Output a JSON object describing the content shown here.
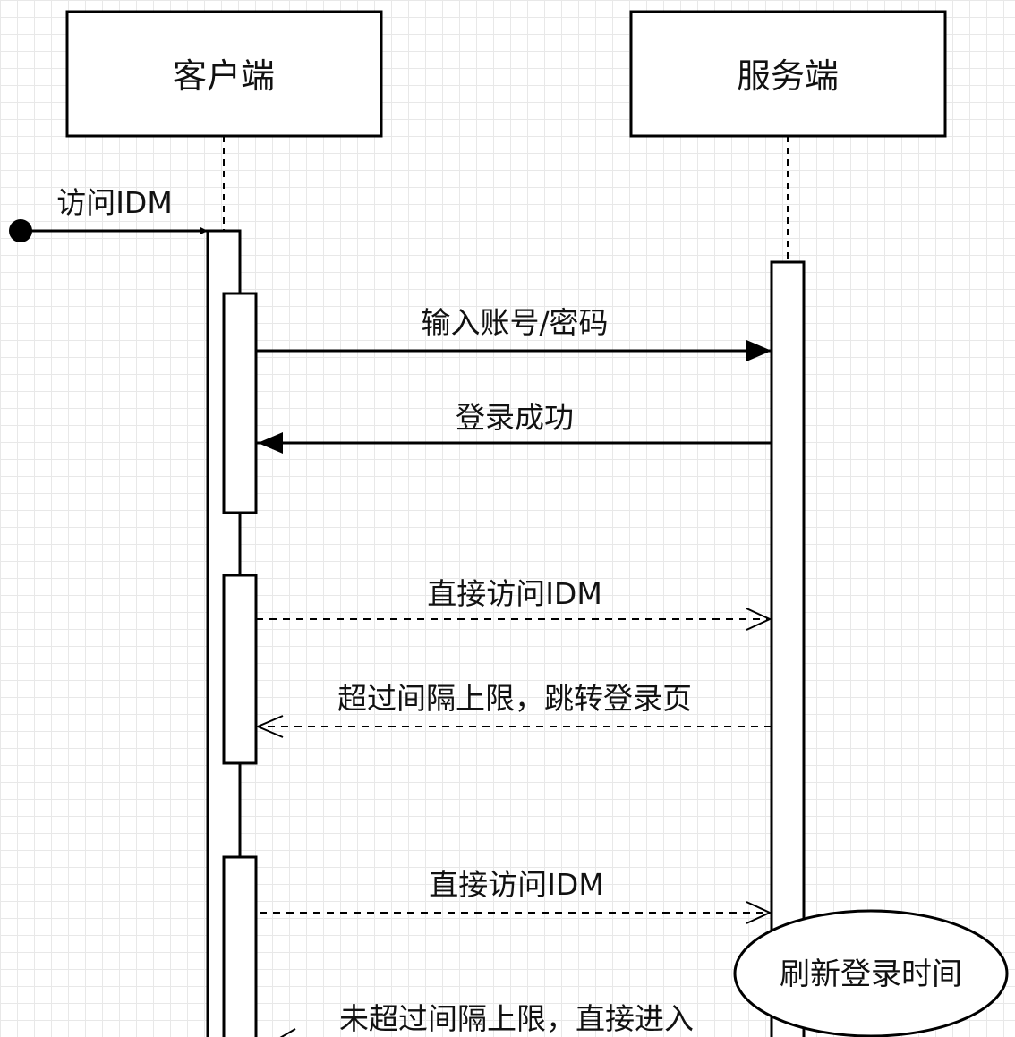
{
  "participants": {
    "client": "客户端",
    "server": "服务端"
  },
  "messages": {
    "entry": "访问IDM",
    "login_request": "输入账号/密码",
    "login_success": "登录成功",
    "direct_access_1": "直接访问IDM",
    "timeout_redirect": "超过间隔上限，跳转登录页",
    "direct_access_2": "直接访问IDM",
    "within_limit": "未超过间隔上限，直接进入"
  },
  "notes": {
    "refresh": "刷新登录时间"
  }
}
